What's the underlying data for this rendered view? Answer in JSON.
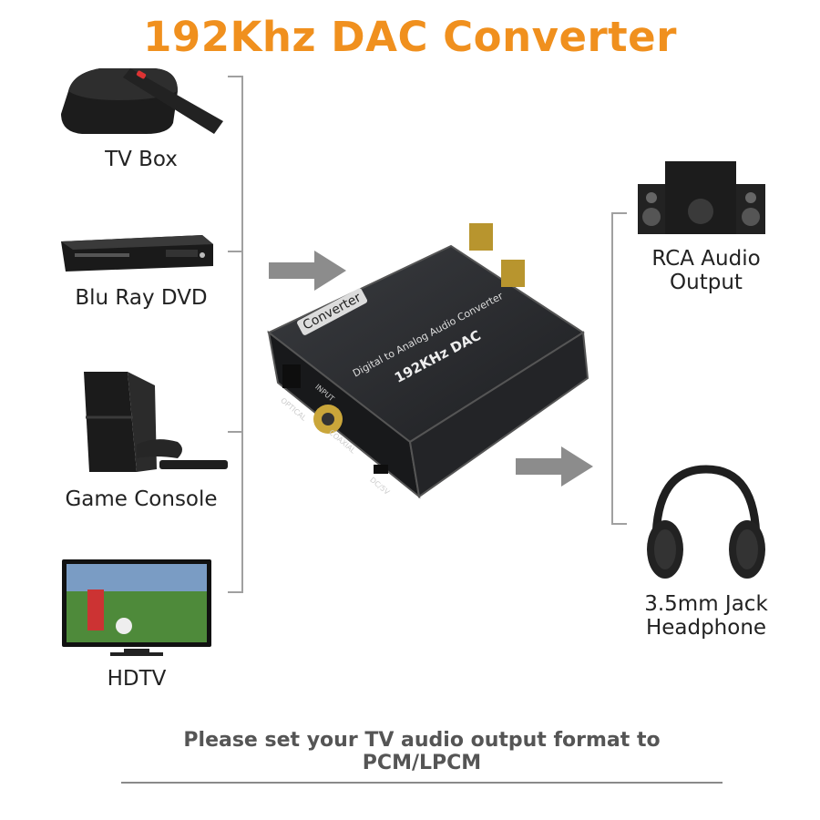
{
  "title": "192Khz DAC Converter",
  "sources": [
    {
      "label": "TV Box",
      "icon": "tv-box-icon"
    },
    {
      "label": "Blu Ray DVD",
      "icon": "blu-ray-player-icon"
    },
    {
      "label": "Game Console",
      "icon": "game-console-icon"
    },
    {
      "label": "HDTV",
      "icon": "hdtv-icon"
    }
  ],
  "device": {
    "badge": "Converter",
    "subtitle": "Digital to Analog Audio Converter",
    "model": "192KHz DAC",
    "port_input": "INPUT",
    "port_optical": "OPTICAL",
    "port_coaxial": "COAXIAL",
    "port_power": "DC/5V"
  },
  "outputs": [
    {
      "label": "RCA Audio Output",
      "icon": "speakers-icon"
    },
    {
      "label": "3.5mm Jack Headphone",
      "icon": "headphones-icon"
    }
  ],
  "footer": "Please set your TV audio output format to PCM/LPCM",
  "colors": {
    "title": "#f0901e",
    "arrow": "#8c8c8c",
    "bracket": "#a0a0a0"
  }
}
